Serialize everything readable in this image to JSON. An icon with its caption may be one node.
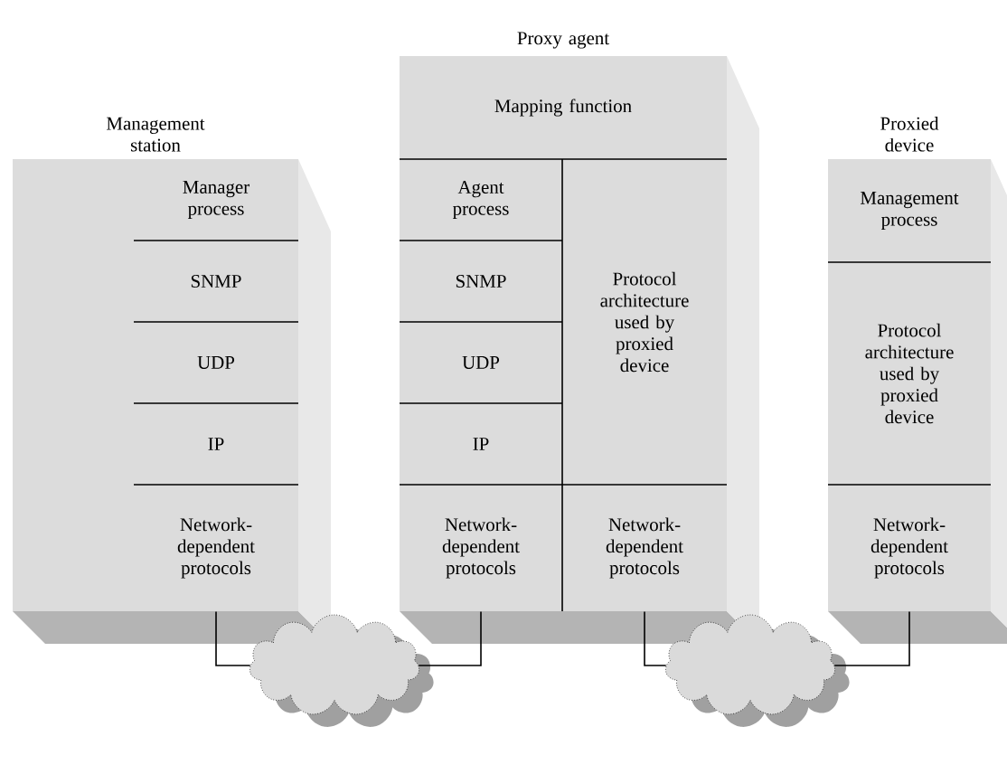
{
  "diagram": {
    "nodes": [
      {
        "text": [
          "Management station"
        ]
      },
      {
        "text": [
          "Manager process"
        ],
        "in": 0
      },
      {
        "text": [
          "SNMP"
        ],
        "in": 0
      },
      {
        "text": [
          "UDP"
        ],
        "in": 0
      },
      {
        "text": [
          "IP"
        ],
        "in": 0
      },
      {
        "text": [
          "Network-dependent protocols"
        ],
        "in": 0
      },
      {
        "text": [
          "Proxy agent"
        ]
      },
      {
        "text": [
          "Mapping function"
        ],
        "in": 6
      },
      {
        "text": [
          "Agent process"
        ],
        "in": 6
      },
      {
        "text": [
          "SNMP"
        ],
        "in": 6
      },
      {
        "text": [
          "UDP"
        ],
        "in": 6
      },
      {
        "text": [
          "IP"
        ],
        "in": 6
      },
      {
        "text": [
          "Network-dependent protocols"
        ],
        "in": 6
      },
      {
        "text": [
          "Protocol architecture used by proxied device"
        ],
        "in": 6
      },
      {
        "text": [
          "Network-dependent protocols"
        ],
        "in": 6
      },
      {
        "text": [
          "Proxied device"
        ]
      },
      {
        "text": [
          "Management process"
        ],
        "in": 15
      },
      {
        "text": [
          "Protocol architecture used by proxied device"
        ],
        "in": 15
      },
      {
        "text": [
          "Network-dependent protocols"
        ],
        "in": 15
      },
      {
        "text": [],
        "shape": "cloud"
      },
      {
        "text": [],
        "shape": "cloud"
      }
    ],
    "edges": [
      {
        "from": 5,
        "to": 19,
        "arrow": "none"
      },
      {
        "from": 19,
        "to": 12,
        "arrow": "none"
      },
      {
        "from": 14,
        "to": 20,
        "arrow": "none"
      },
      {
        "from": 20,
        "to": 18,
        "arrow": "none"
      }
    ]
  }
}
